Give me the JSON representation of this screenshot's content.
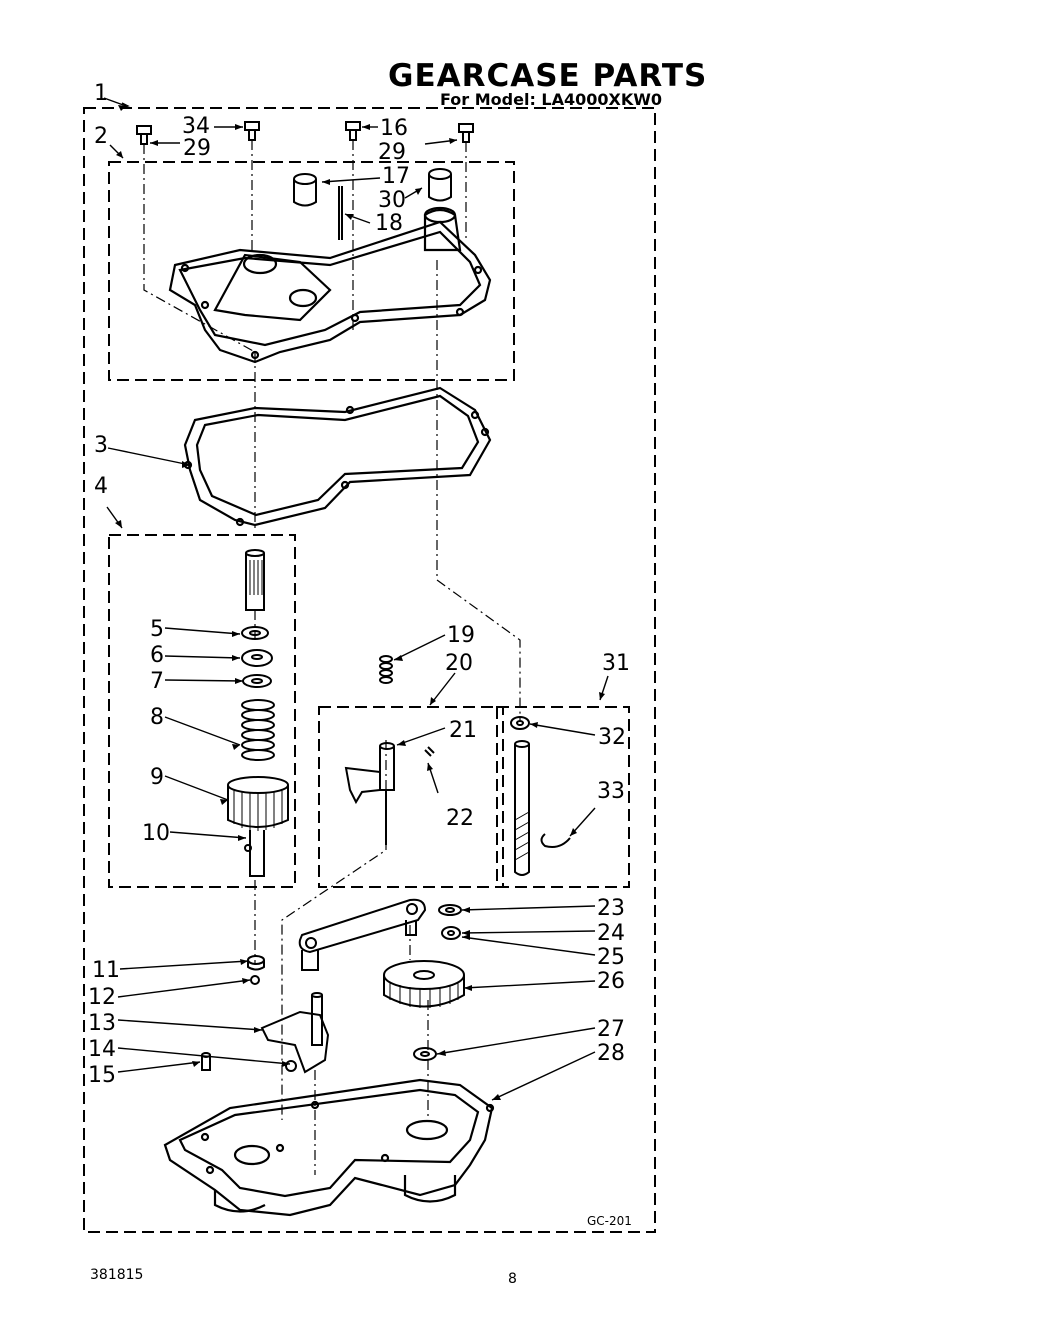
{
  "title": "GEARCASE PARTS",
  "subtitle": "For Model: LA4000XKW0",
  "drawing_code": "GC-201",
  "document_number": "381815",
  "page_number": "8",
  "labels": {
    "n1": "1",
    "n2": "2",
    "n3": "3",
    "n4": "4",
    "n5": "5",
    "n6": "6",
    "n7": "7",
    "n8": "8",
    "n9": "9",
    "n10": "10",
    "n11": "11",
    "n12": "12",
    "n13": "13",
    "n14": "14",
    "n15": "15",
    "n16": "16",
    "n17": "17",
    "n18": "18",
    "n19": "19",
    "n20": "20",
    "n21": "21",
    "n22": "22",
    "n23": "23",
    "n24": "24",
    "n25": "25",
    "n26": "26",
    "n27": "27",
    "n28": "28",
    "n29a": "29",
    "n29b": "29",
    "n30": "30",
    "n31": "31",
    "n32": "32",
    "n33": "33",
    "n34": "34"
  }
}
